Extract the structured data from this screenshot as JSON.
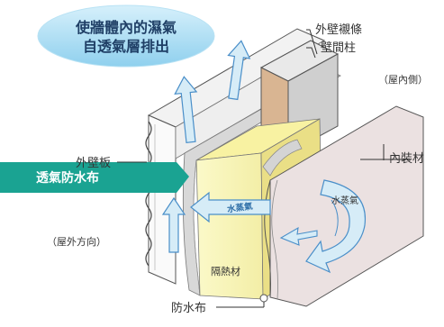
{
  "bubble": {
    "line1": "使牆體內的濕氣",
    "line2": "自透氣層排出"
  },
  "labels": {
    "stud": "外壁襯條",
    "post": "壁間柱",
    "interior_side": "（屋內側）",
    "exterior_board": "外壁板",
    "interior_finish": "內裝材",
    "breathable_membrane": "透氣防水布",
    "exterior_side": "（屋外方向）",
    "insulation": "隔熱材",
    "waterproof_sheet": "防水布",
    "vapor_1": "水蒸氣",
    "vapor_2": "水蒸氣"
  },
  "colors": {
    "bubble_fill": "#a9dcf2",
    "highlight_fill": "#1aa392",
    "insulation_front": "#faf6b8",
    "post_side": "#ddb896",
    "interior_panel": "#ece2e2",
    "arrow_fill": "#d6ecf7",
    "arrow_stroke": "#4a8fc9"
  }
}
